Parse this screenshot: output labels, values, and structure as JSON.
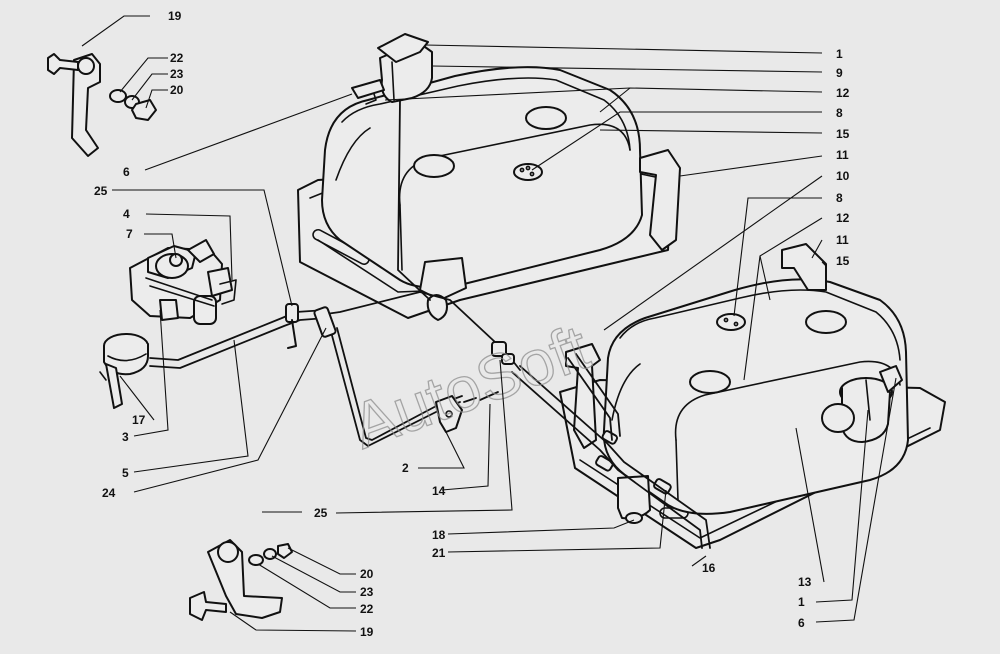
{
  "watermark": "AutoSoft",
  "callouts": {
    "r1": "1",
    "r2": "9",
    "r3": "12",
    "r4": "8",
    "r5": "15",
    "r6": "11",
    "r7": "10",
    "r8": "8",
    "r9": "12",
    "r10": "11",
    "r11": "15",
    "tl1": "19",
    "tl2": "22",
    "tl3": "23",
    "tl4": "20",
    "tl5": "6",
    "l1": "25",
    "l2": "4",
    "l3": "7",
    "l4": "17",
    "l5": "3",
    "l6": "5",
    "l7": "24",
    "m1": "2",
    "m2": "14",
    "m3": "25",
    "m4": "18",
    "m5": "21",
    "m6": "16",
    "b1": "20",
    "b2": "23",
    "b3": "22",
    "b4": "19",
    "br1": "13",
    "br2": "1",
    "br3": "6"
  }
}
